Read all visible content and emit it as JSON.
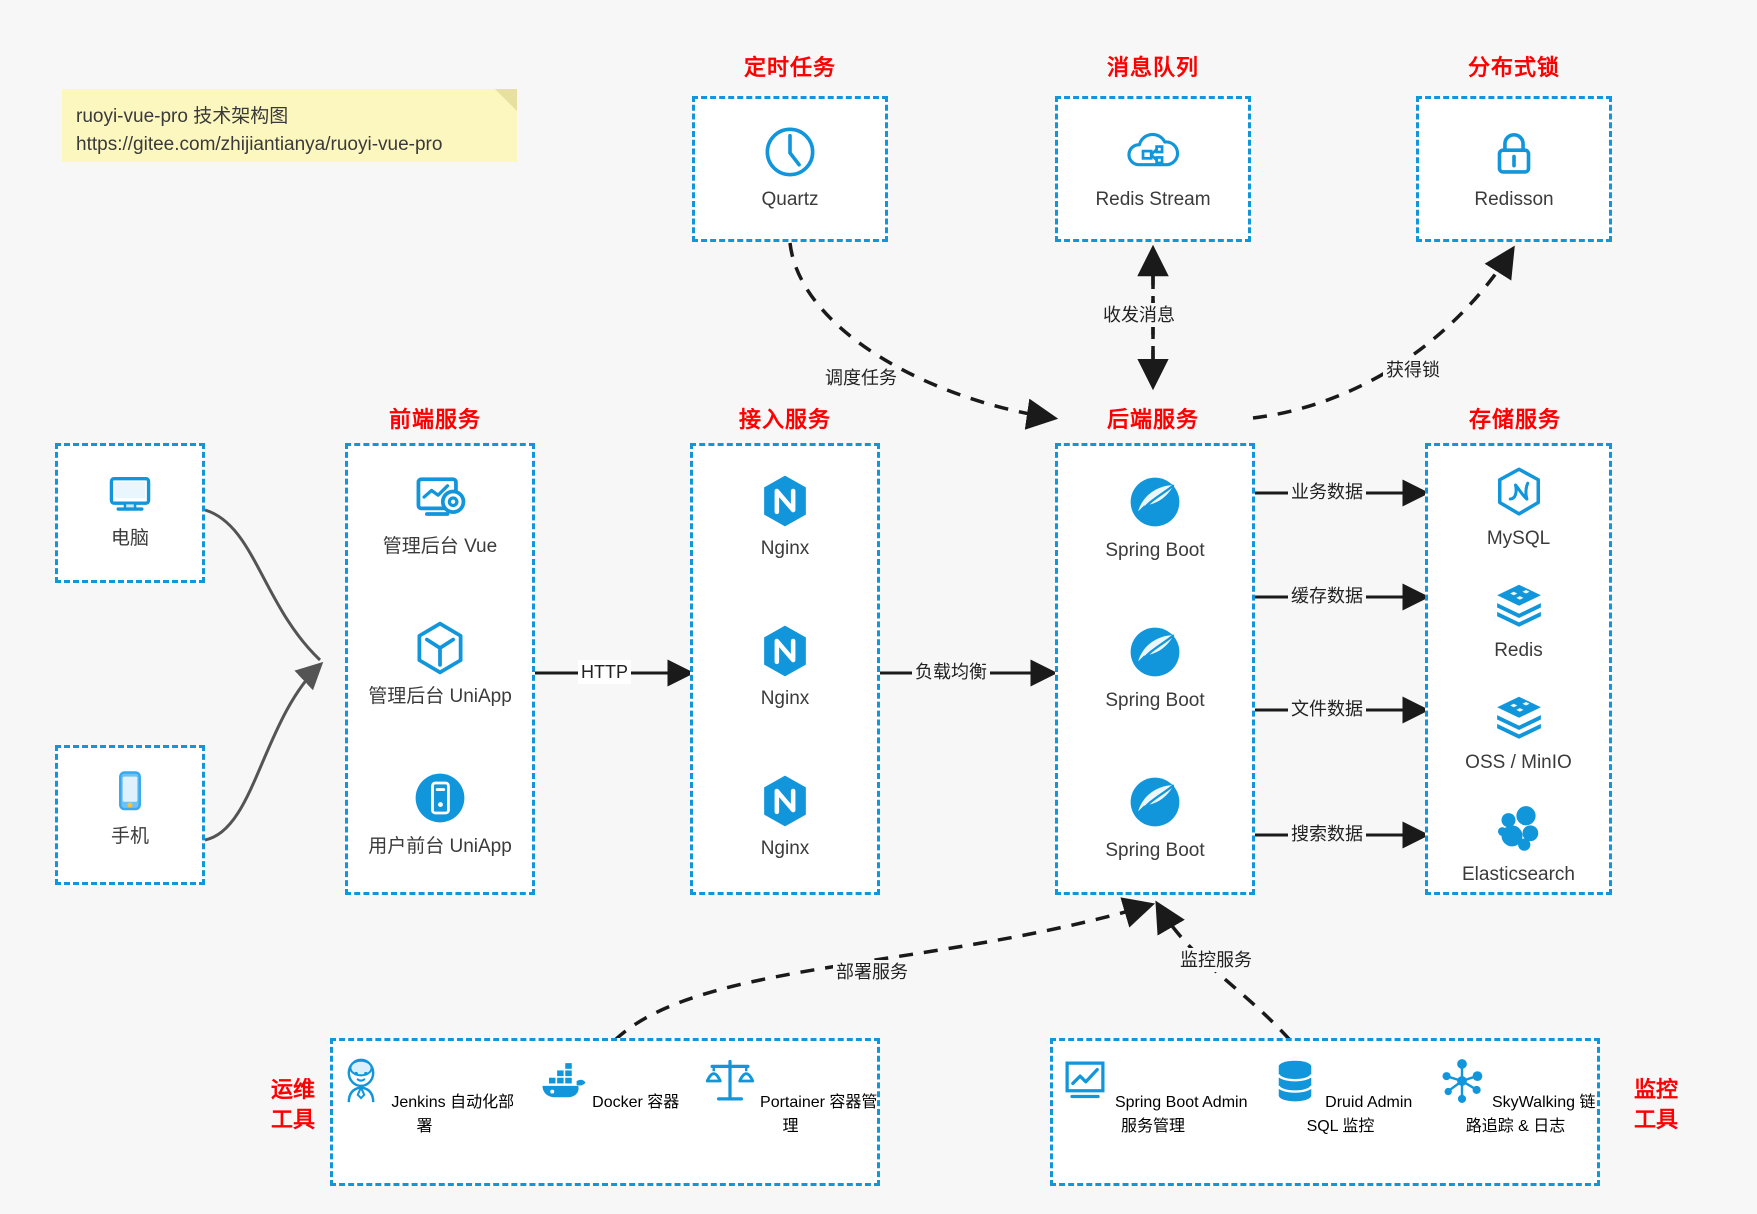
{
  "note": {
    "line1": "ruoyi-vue-pro 技术架构图",
    "line2": "https://gitee.com/zhijiantianya/ruoyi-vue-pro"
  },
  "colors": {
    "accent": "#1296db",
    "title": "#ff0000",
    "text": "#3b3b3b",
    "background": "#f7f7f7",
    "note_bg": "#fcf7bf",
    "wire": "#545454"
  },
  "groups": {
    "scheduled_task": {
      "title": "定时任务",
      "nodes": [
        {
          "label": "Quartz",
          "icon": "clock-icon"
        }
      ]
    },
    "message_queue": {
      "title": "消息队列",
      "nodes": [
        {
          "label": "Redis Stream",
          "icon": "cloud-stream-icon"
        }
      ]
    },
    "distributed_lock": {
      "title": "分布式锁",
      "nodes": [
        {
          "label": "Redisson",
          "icon": "lock-icon"
        }
      ]
    },
    "clients": {
      "nodes": [
        {
          "label": "电脑",
          "icon": "desktop-icon"
        },
        {
          "label": "手机",
          "icon": "smartphone-icon"
        }
      ]
    },
    "frontend": {
      "title": "前端服务",
      "nodes": [
        {
          "label": "管理后台 Vue",
          "icon": "dashboard-gear-icon"
        },
        {
          "label": "管理后台 UniApp",
          "icon": "cube-icon"
        },
        {
          "label": "用户前台 UniApp",
          "icon": "mobile-circle-icon"
        }
      ]
    },
    "gateway": {
      "title": "接入服务",
      "nodes": [
        {
          "label": "Nginx",
          "icon": "nginx-icon"
        },
        {
          "label": "Nginx",
          "icon": "nginx-icon"
        },
        {
          "label": "Nginx",
          "icon": "nginx-icon"
        }
      ]
    },
    "backend": {
      "title": "后端服务",
      "nodes": [
        {
          "label": "Spring Boot",
          "icon": "spring-boot-icon"
        },
        {
          "label": "Spring Boot",
          "icon": "spring-boot-icon"
        },
        {
          "label": "Spring Boot",
          "icon": "spring-boot-icon"
        }
      ]
    },
    "storage": {
      "title": "存储服务",
      "nodes": [
        {
          "label": "MySQL",
          "icon": "mysql-icon"
        },
        {
          "label": "Redis",
          "icon": "redis-icon"
        },
        {
          "label": "OSS / MinIO",
          "icon": "oss-minio-icon"
        },
        {
          "label": "Elasticsearch",
          "icon": "elasticsearch-icon"
        }
      ]
    },
    "devops": {
      "title": "运维\n工具",
      "title_line1": "运维",
      "title_line2": "工具",
      "nodes": [
        {
          "label": "Jenkins",
          "sub": "自动化部署",
          "icon": "jenkins-icon"
        },
        {
          "label": "Docker",
          "sub": "容器",
          "icon": "docker-icon"
        },
        {
          "label": "Portainer",
          "sub": "容器管理",
          "icon": "scales-icon"
        }
      ]
    },
    "monitoring": {
      "title_line1": "监控",
      "title_line2": "工具",
      "nodes": [
        {
          "label": "Spring Boot Admin",
          "sub": "服务管理",
          "icon": "monitor-chart-icon"
        },
        {
          "label": "Druid Admin",
          "sub": "SQL 监控",
          "icon": "database-icon"
        },
        {
          "label": "SkyWalking",
          "sub": "链路追踪 & 日志",
          "icon": "skywalking-icon"
        }
      ]
    }
  },
  "edges": [
    {
      "id": "schedule",
      "label": "调度任务",
      "from": "scheduled_task",
      "to": "backend",
      "style": "dashed"
    },
    {
      "id": "mq",
      "label": "收发消息",
      "from": "backend",
      "to": "message_queue",
      "style": "dashed-bidir"
    },
    {
      "id": "lock",
      "label": "获得锁",
      "from": "backend",
      "to": "distributed_lock",
      "style": "dashed"
    },
    {
      "id": "http",
      "label": "HTTP",
      "from": "frontend",
      "to": "gateway",
      "style": "solid"
    },
    {
      "id": "lb",
      "label": "负载均衡",
      "from": "gateway",
      "to": "backend",
      "style": "solid"
    },
    {
      "id": "biz",
      "label": "业务数据",
      "from": "backend",
      "to": "MySQL",
      "style": "solid"
    },
    {
      "id": "cache",
      "label": "缓存数据",
      "from": "backend",
      "to": "Redis",
      "style": "solid"
    },
    {
      "id": "file",
      "label": "文件数据",
      "from": "backend",
      "to": "OSS / MinIO",
      "style": "solid"
    },
    {
      "id": "search",
      "label": "搜索数据",
      "from": "backend",
      "to": "Elasticsearch",
      "style": "solid"
    },
    {
      "id": "deploy",
      "label": "部署服务",
      "from": "devops",
      "to": "backend",
      "style": "dashed"
    },
    {
      "id": "monitor",
      "label": "监控服务",
      "from": "monitoring",
      "to": "backend",
      "style": "dashed"
    }
  ]
}
